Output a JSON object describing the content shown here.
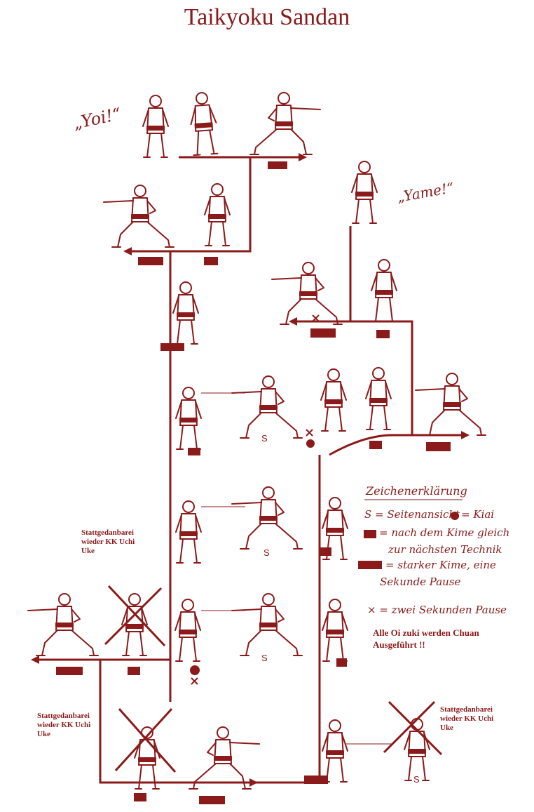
{
  "title": "Taikyoku Sandan",
  "calls": {
    "start": "„Yoi!“",
    "end": "„Yame!“"
  },
  "side_view_mark": "S",
  "notes": {
    "left_upper": [
      "Stattgedanbarei",
      "wieder KK Uchi",
      "Uke"
    ],
    "left_lower": [
      "Stattgedanbarei",
      "wieder KK Uchi",
      "Uke"
    ],
    "right_lower": [
      "Stattgedanbarei",
      "wieder KK Uchi",
      "Uke"
    ]
  },
  "legend": {
    "heading": "Zeichenerklärung",
    "side_view": "S = Seitenansicht",
    "kiai": "= Kiai",
    "short_bar": "= nach dem Kime gleich",
    "short_bar_cont": "zur nächsten Technik",
    "long_bar": "= starker Kime, eine",
    "long_bar_cont": "Sekunde Pause",
    "cross": "× = zwei Sekunden Pause"
  },
  "remark": [
    "Alle Oi zuki werden Chuan",
    "Ausgeführt !!"
  ],
  "colors": {
    "ink": "#8b1a1a",
    "background": "#ffffff"
  },
  "icons": [
    "karate-figure-icon",
    "kiai-dot-icon",
    "pause-cross-icon",
    "direction-arrow-icon",
    "kime-bar-icon"
  ]
}
